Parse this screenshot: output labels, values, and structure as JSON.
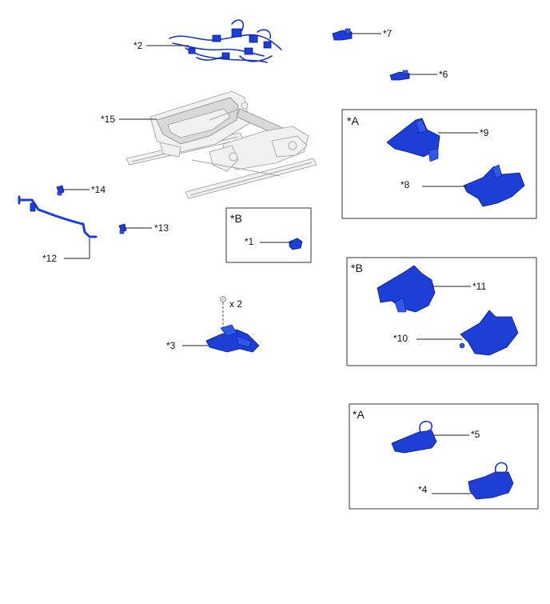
{
  "callouts": {
    "c1": "*1",
    "c2": "*2",
    "c3": "*3",
    "c4": "*4",
    "c5": "*5",
    "c6": "*6",
    "c7": "*7",
    "c8": "*8",
    "c9": "*9",
    "c10": "*10",
    "c11": "*11",
    "c12": "*12",
    "c13": "*13",
    "c14": "*14",
    "c15": "*15"
  },
  "boxes": {
    "a_top": "*A",
    "b_small": "*B",
    "b_mid": "*B",
    "a_bottom": "*A"
  },
  "quantity": "x 2",
  "colors": {
    "part_blue": "#1d3fd6",
    "frame_gray": "#f1f1f1",
    "leader": "#222222"
  }
}
